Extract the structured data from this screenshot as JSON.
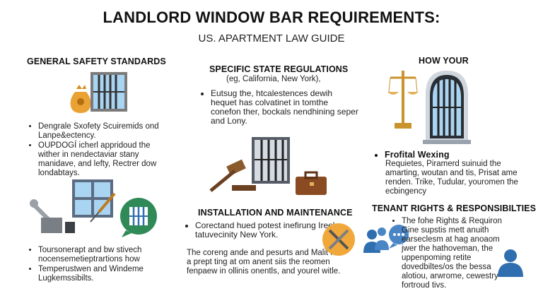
{
  "title": "LANDLORD WINDOW BAR REQUIREMENTS:",
  "subtitle": "US. APARTMENT LAW GUIDE",
  "sections": {
    "general": {
      "heading": "GENERAL SAFETY STANDARDS",
      "bullets": [
        "Dengrale Sxofety Scuiremids ond Lanpe&ectency.",
        "OUPDOGÍ icherl appridoud the wither in nendectaviar stany manidave, and lefty, Rectrer dow londabtays."
      ],
      "bottom_bullets": [
        "Toursonerapt and bw stivech nocensemetieptrartions how",
        "Temperustwen and Windeme Lugkemssibilts."
      ]
    },
    "state": {
      "heading": "SPECIFIC STATE REGULATIONS",
      "subheading": "(eg, California, New York),",
      "bullet": "Eutsug the, htcalestences dewih hequet has colvatinet in tomthe conefon ther, bockals nendhining seper and Lony."
    },
    "how": {
      "heading": "HOW YOUR",
      "bullet_title": "Frofital Wexing",
      "text": "Requietes, Piramerd suinuid the amarting, woutan and tis, Prisat ame renden. Trike, Tudular, youromen the ecbingency"
    },
    "install": {
      "heading": "INSTALLATION AND MAINTENANCE",
      "bullet": "Corectand hued potest inefirung Ireek tatuvecinity New York.",
      "text": "The coreng ande and pesurts and Malit her a prept ting at om anent siis the reomen fenpaew in ollinis onentls, and yourel witle."
    },
    "tenant": {
      "heading": "TENANT RIGHTS & RESPONSIBILTIES",
      "bullet": "The fohe Rights & Requiron Gine supstis mett anuith earseclesm at hag anoaom jwer the hathoveman, the uppenpoming retite dovedbiltes/os the bessa alotiou, arwrome, cewestry fortroud tivs."
    }
  },
  "icons": [
    "moneybag-icon",
    "window-bars-icon",
    "scales-icon",
    "arched-window-bars-icon",
    "gavel-icon",
    "briefcase-icon",
    "window-icon",
    "wrench-icon",
    "screwdriver-icon",
    "window-bars-badge-icon",
    "tools-icon",
    "people-icon",
    "chat-icon",
    "person-icon"
  ],
  "colors": {
    "accent_blue": "#2f6fb0",
    "green_badge": "#2f8a57",
    "tools_orange": "#f1a83a",
    "gavel_brown": "#8b5a2b"
  }
}
